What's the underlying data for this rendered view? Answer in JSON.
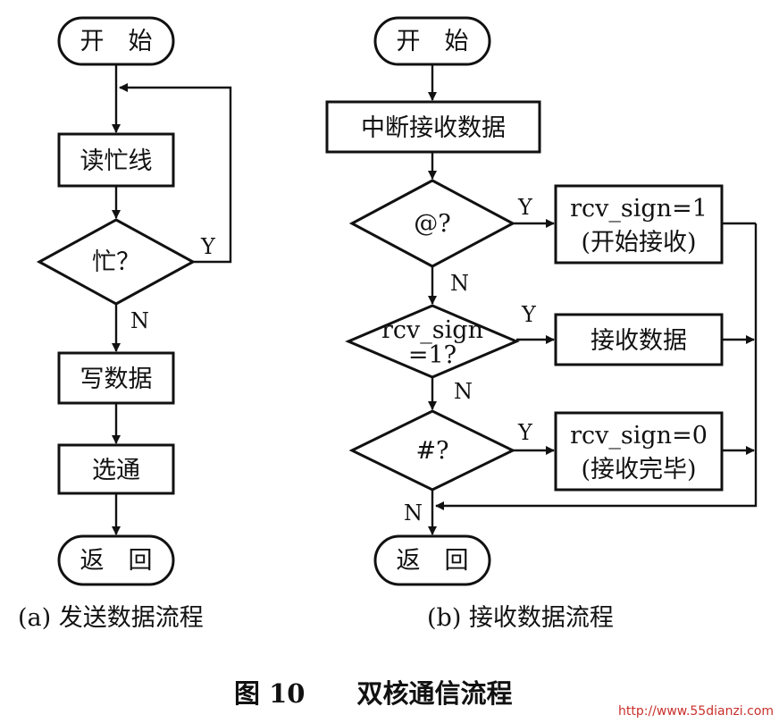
{
  "flow_a": {
    "start": "开　始",
    "read_busy": "读忙线",
    "busy_q": "忙？",
    "yes": "Y",
    "no": "N",
    "write_data": "写数据",
    "strobe": "选通",
    "return": "返　回",
    "caption": "(a) 发送数据流程"
  },
  "flow_b": {
    "start": "开　始",
    "interrupt": "中断接收数据",
    "at_q": "@?",
    "set1_line1": "rcv_sign=1",
    "set1_line2": "(开始接收)",
    "rcv_q_line1": "rcv_sign",
    "rcv_q_line2": "=1?",
    "receive": "接收数据",
    "hash_q": "#?",
    "set0_line1": "rcv_sign=0",
    "set0_line2": "(接收完毕)",
    "yes": "Y",
    "no": "N",
    "return": "返　回",
    "caption": "(b) 接收数据流程"
  },
  "figure": {
    "caption": "图 10　　双核通信流程"
  },
  "watermark": {
    "text": "http://www.55dianzi.com"
  }
}
